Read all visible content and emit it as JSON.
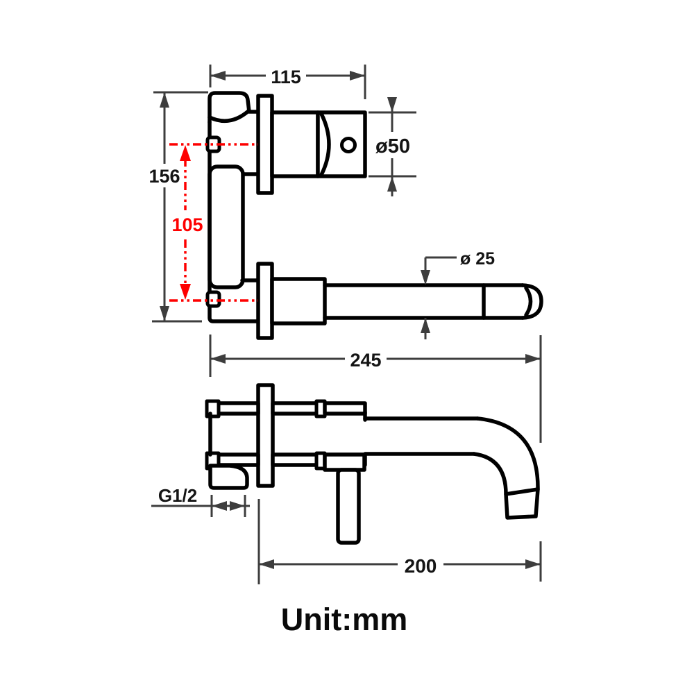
{
  "drawing": {
    "type": "technical dimension drawing, wall-mounted basin faucet, two views",
    "unit_note": "Unit:mm",
    "colors": {
      "outline": "#000000",
      "dimension_lines": "#3d3d3d",
      "centerline_accent": "#fe0000",
      "background": "#ffffff"
    },
    "labels": {
      "top_width": "115",
      "total_height": "156",
      "port_center_distance": "105",
      "handle_diameter": "ø50",
      "spout_diameter": "ø 25",
      "overall_length": "245",
      "thread_size": "G1/2",
      "spout_reach": "200"
    }
  }
}
